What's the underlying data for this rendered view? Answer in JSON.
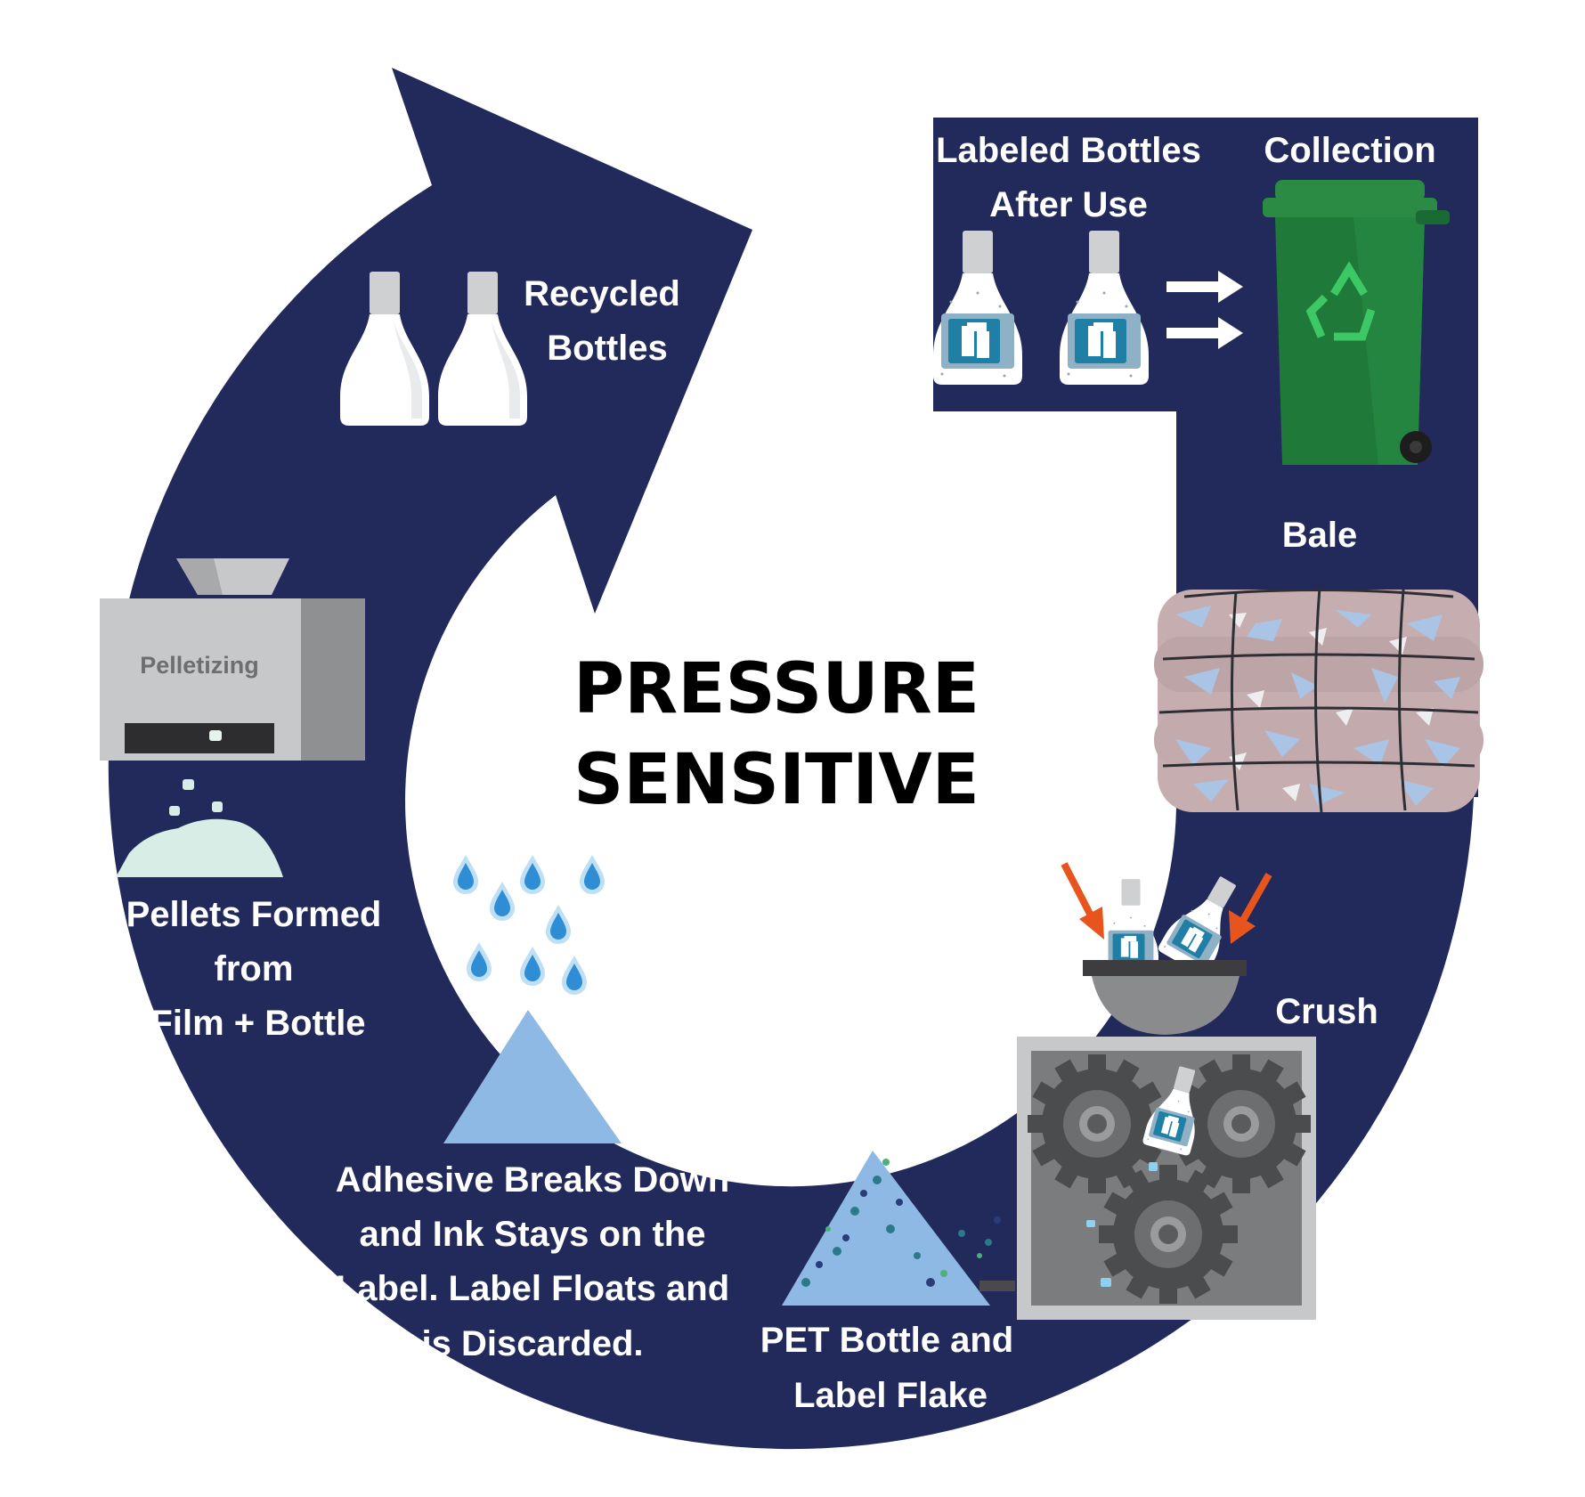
{
  "colors": {
    "navy": "#212a5a",
    "bin_green": "#1f7a3a",
    "water_blue": "#8db9e4",
    "arrow_orange": "#e8541e",
    "machine_gray": "#c7c8ca",
    "pellet_mint": "#d8ede6"
  },
  "center": {
    "line1": "PRESSURE",
    "line2": "SENSITIVE"
  },
  "steps": {
    "labeled_bottles": {
      "line1": "Labeled Bottles",
      "line2": "After Use"
    },
    "collection": {
      "line1": "Collection"
    },
    "bale": {
      "line1": "Bale"
    },
    "crush": {
      "line1": "Crush"
    },
    "flake": {
      "line1": "PET Bottle and",
      "line2": "Label Flake"
    },
    "adhesive": {
      "line1": "Adhesive Breaks Down",
      "line2": "and Ink Stays on the",
      "line3": "Label. Label Floats and",
      "line4": "is Discarded."
    },
    "pellets": {
      "line1": "Pellets Formed",
      "line2": "from",
      "line3": "Film + Bottle"
    },
    "pelletizing": {
      "machine_label": "Pelletizing"
    },
    "recycled": {
      "line1": "Recycled",
      "line2": "Bottles"
    }
  },
  "icons": [
    "labeled-bottle-icon",
    "right-arrow-icon",
    "recycling-bin-icon",
    "recycle-symbol-icon",
    "bale-icon",
    "crusher-icon",
    "gear-icon",
    "down-arrow-icon",
    "flake-pile-icon",
    "water-drop-icon",
    "adhesive-pile-icon",
    "pelletizer-icon",
    "pellet-pile-icon",
    "recycled-bottle-icon"
  ]
}
